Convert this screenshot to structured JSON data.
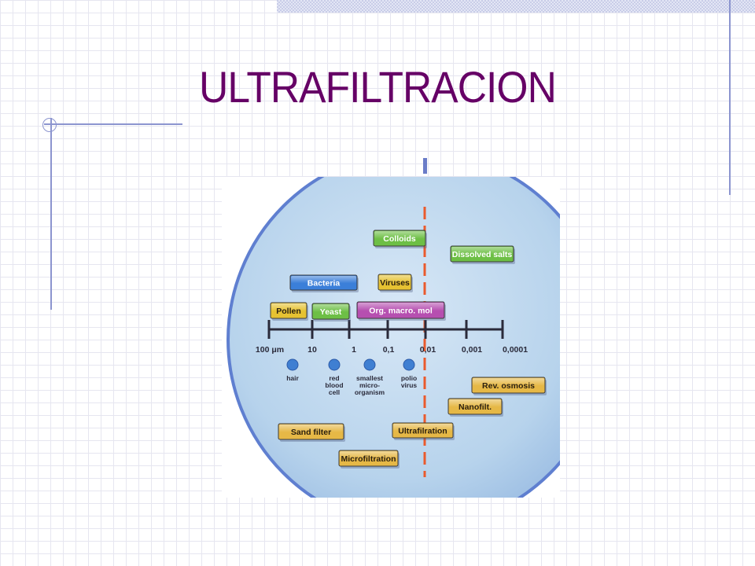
{
  "slide": {
    "title": "ULTRAFILTRACION"
  },
  "diagram": {
    "scale_ticks": [
      "100 μm",
      "10",
      "1",
      "0,1",
      "0,01",
      "0,001",
      "0,0001"
    ],
    "organisms": [
      {
        "label": "hair"
      },
      {
        "label": "red\nblood\ncell"
      },
      {
        "label": "smallest\nmicro-\norganism"
      },
      {
        "label": "polio\nvirus"
      }
    ],
    "particle_boxes": [
      {
        "label": "Colloids",
        "color": "#6dbf45"
      },
      {
        "label": "Dissolved salts",
        "color": "#6dbf45"
      },
      {
        "label": "Bacteria",
        "color": "#3b7fd9"
      },
      {
        "label": "Viruses",
        "color": "#e6c232"
      },
      {
        "label": "Pollen",
        "color": "#e6c232"
      },
      {
        "label": "Yeast",
        "color": "#6dbf45"
      },
      {
        "label": "Org. macro. mol",
        "color": "#b64fb0"
      }
    ],
    "process_boxes": [
      {
        "label": "Rev. osmosis",
        "color": "#e6b846"
      },
      {
        "label": "Nanofilt.",
        "color": "#e6b846"
      },
      {
        "label": "Ultrafilration",
        "color": "#e6b846"
      },
      {
        "label": "Sand filter",
        "color": "#e6b846"
      },
      {
        "label": "Microfiltration",
        "color": "#e6b846"
      }
    ],
    "colors": {
      "disc": "#b7d3ec",
      "disc_rim": "#5f7fd0",
      "cutoff_line": "#ea5a2d",
      "organism_dot": "#3f7fd2",
      "title": "#660066"
    }
  }
}
